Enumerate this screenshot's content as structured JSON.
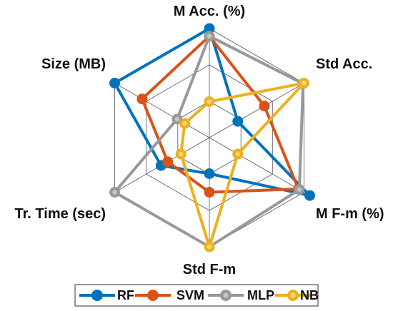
{
  "chart_data": {
    "type": "radar",
    "axes": [
      "M Acc. (%)",
      "Std Acc.",
      "M F-m (%)",
      "Std F-m",
      "Tr. Time (sec)",
      "Size (MB)"
    ],
    "rlim": [
      0,
      1
    ],
    "rings": 3,
    "grid": true,
    "legend": "bottom",
    "series": [
      {
        "name": "RF",
        "color": "#0072BD",
        "values": [
          1.0,
          0.3,
          1.06,
          0.33,
          0.51,
          1.0
        ]
      },
      {
        "name": "SVM",
        "color": "#D95319",
        "values": [
          0.93,
          0.58,
          0.94,
          0.5,
          0.44,
          0.71
        ]
      },
      {
        "name": "MLP",
        "color": "#999999",
        "values": [
          0.93,
          0.99,
          0.95,
          1.0,
          1.0,
          0.34
        ]
      },
      {
        "name": "NB",
        "color": "#EDB120",
        "values": [
          0.33,
          1.0,
          0.3,
          1.0,
          0.3,
          0.26
        ]
      }
    ]
  }
}
